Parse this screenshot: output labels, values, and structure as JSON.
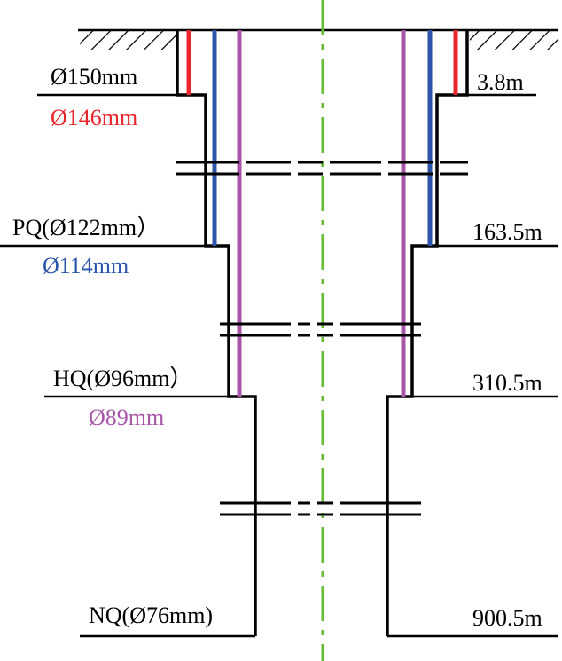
{
  "labels": {
    "d150": "Ø150mm",
    "d146": "Ø146mm",
    "pq": "PQ(Ø122mm）",
    "d114": "Ø114mm",
    "hq": "HQ(Ø96mm）",
    "d89": "Ø89mm",
    "nq": "NQ(Ø76mm)"
  },
  "depths": {
    "d1": "3.8m",
    "d2": "163.5m",
    "d3": "310.5m",
    "d4": "900.5m"
  },
  "colors": {
    "outline": "#000000",
    "casing_146": "#e8262b",
    "casing_114": "#2a55a8",
    "casing_89": "#a855a8",
    "centerline": "#66bb33"
  }
}
